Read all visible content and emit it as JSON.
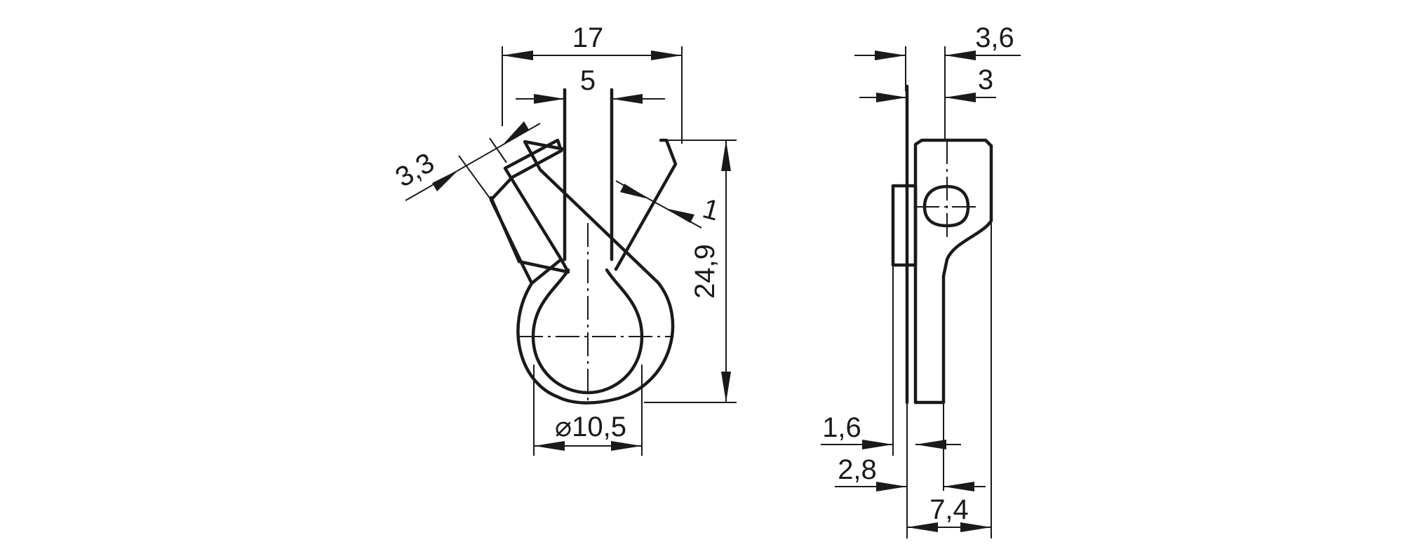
{
  "front_view": {
    "overall_width": "17",
    "slot_width": "5",
    "tab_offset": "3,3",
    "material_thickness": "1",
    "height": "24,9",
    "hole_diameter": "⌀10,5"
  },
  "side_view": {
    "top_outer": "3,6",
    "top_inner": "3",
    "bottom_thickness": "1,6",
    "bottom_offset": "2,8",
    "overall_depth": "7,4"
  }
}
